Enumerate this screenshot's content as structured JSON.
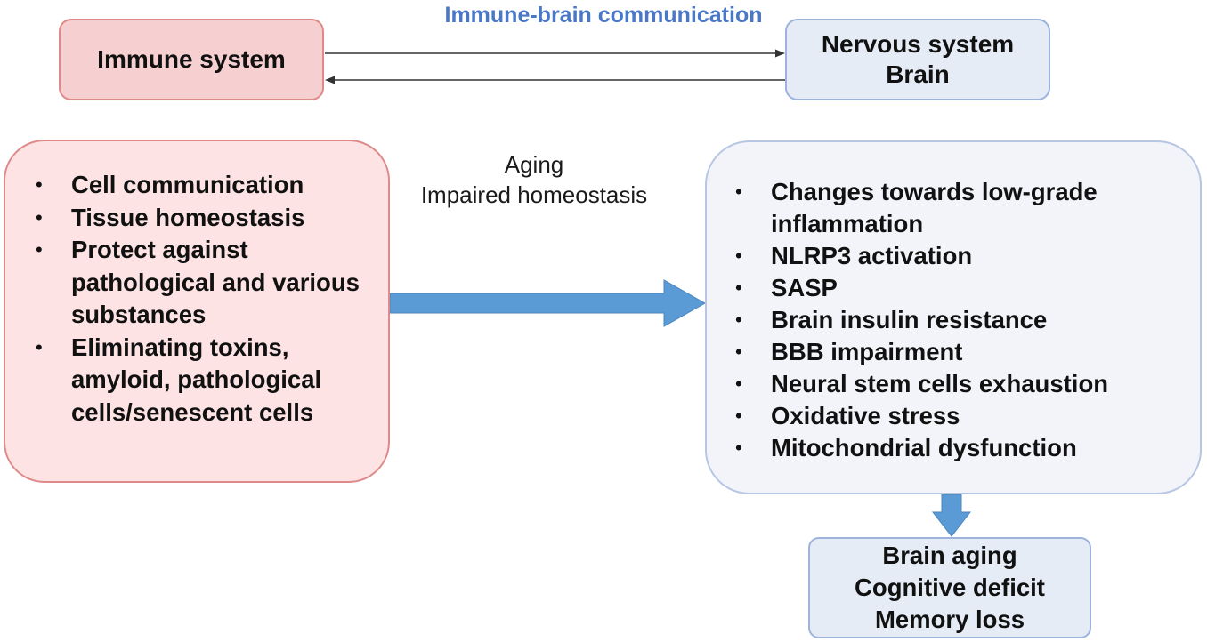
{
  "title": "Immune-brain communication",
  "immune_box": {
    "label": "Immune system"
  },
  "nervous_box": {
    "line1": "Nervous system",
    "line2": "Brain"
  },
  "aging_label": {
    "line1": "Aging",
    "line2": "Impaired homeostasis"
  },
  "immune_functions": [
    "Cell communication",
    "Tissue homeostasis",
    "Protect against pathological and various substances",
    "Eliminating toxins, amyloid, pathological cells/senescent cells"
  ],
  "aging_effects": [
    "Changes towards low-grade inflammation",
    "NLRP3 activation",
    "SASP",
    "Brain insulin resistance",
    "BBB impairment",
    "Neural stem cells exhaustion",
    "Oxidative stress",
    "Mitochondrial dysfunction"
  ],
  "outcome_box": {
    "line1": "Brain aging",
    "line2": "Cognitive deficit",
    "line3": "Memory loss"
  },
  "colors": {
    "title_text": "#4a78c8",
    "immune_fill": "#f6d0d0",
    "immune_border": "#de8a8a",
    "brain_fill": "#e6ecf6",
    "brain_border": "#9db3dc",
    "big_arrow": "#5b9bd5",
    "thin_arrow": "#333333"
  }
}
